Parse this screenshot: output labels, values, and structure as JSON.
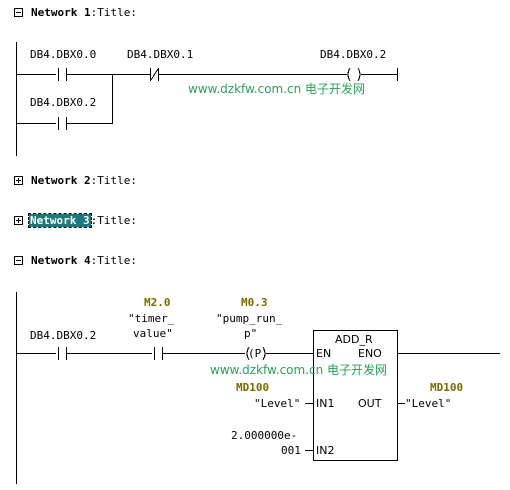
{
  "networks": [
    {
      "label": "Network",
      "number": "1",
      "colon": ":",
      "title": "Title:",
      "collapsed": false,
      "selected": false
    },
    {
      "label": "Network",
      "number": "2",
      "colon": ":",
      "title": "Title:",
      "collapsed": true,
      "selected": false
    },
    {
      "label": "Network",
      "number": "3",
      "colon": ":",
      "title": "Title:",
      "collapsed": true,
      "selected": true
    },
    {
      "label": "Network",
      "number": "4",
      "colon": ":",
      "title": "Title:",
      "collapsed": false,
      "selected": false
    }
  ],
  "net1": {
    "contact1": "DB4.DBX0.0",
    "contact2": "DB4.DBX0.1",
    "contact3": "DB4.DBX0.2",
    "coil": "DB4.DBX0.2"
  },
  "net4": {
    "contact1": "DB4.DBX0.2",
    "contact2_addr": "M2.0",
    "contact2_sym1": "\"timer_",
    "contact2_sym2": "value\"",
    "pcoil_addr": "M0.3",
    "pcoil_sym1": "\"pump_run_",
    "pcoil_sym2": "p\"",
    "pcoil_symbol": "(P)",
    "block_name": "ADD_R",
    "pin_en": "EN",
    "pin_eno": "ENO",
    "pin_in1": "IN1",
    "pin_in2": "IN2",
    "pin_out": "OUT",
    "in1_addr": "MD100",
    "in1_sym": "\"Level\"",
    "in2_val1": "2.000000e-",
    "in2_val2": "001",
    "out_addr": "MD100",
    "out_sym": "\"Level\""
  },
  "watermark": "www.dzkfw.com.cn 电子开发网",
  "colors": {
    "highlight": "#1a7a7a",
    "operand": "#7a6a00",
    "watermark": "#2aa05a"
  }
}
